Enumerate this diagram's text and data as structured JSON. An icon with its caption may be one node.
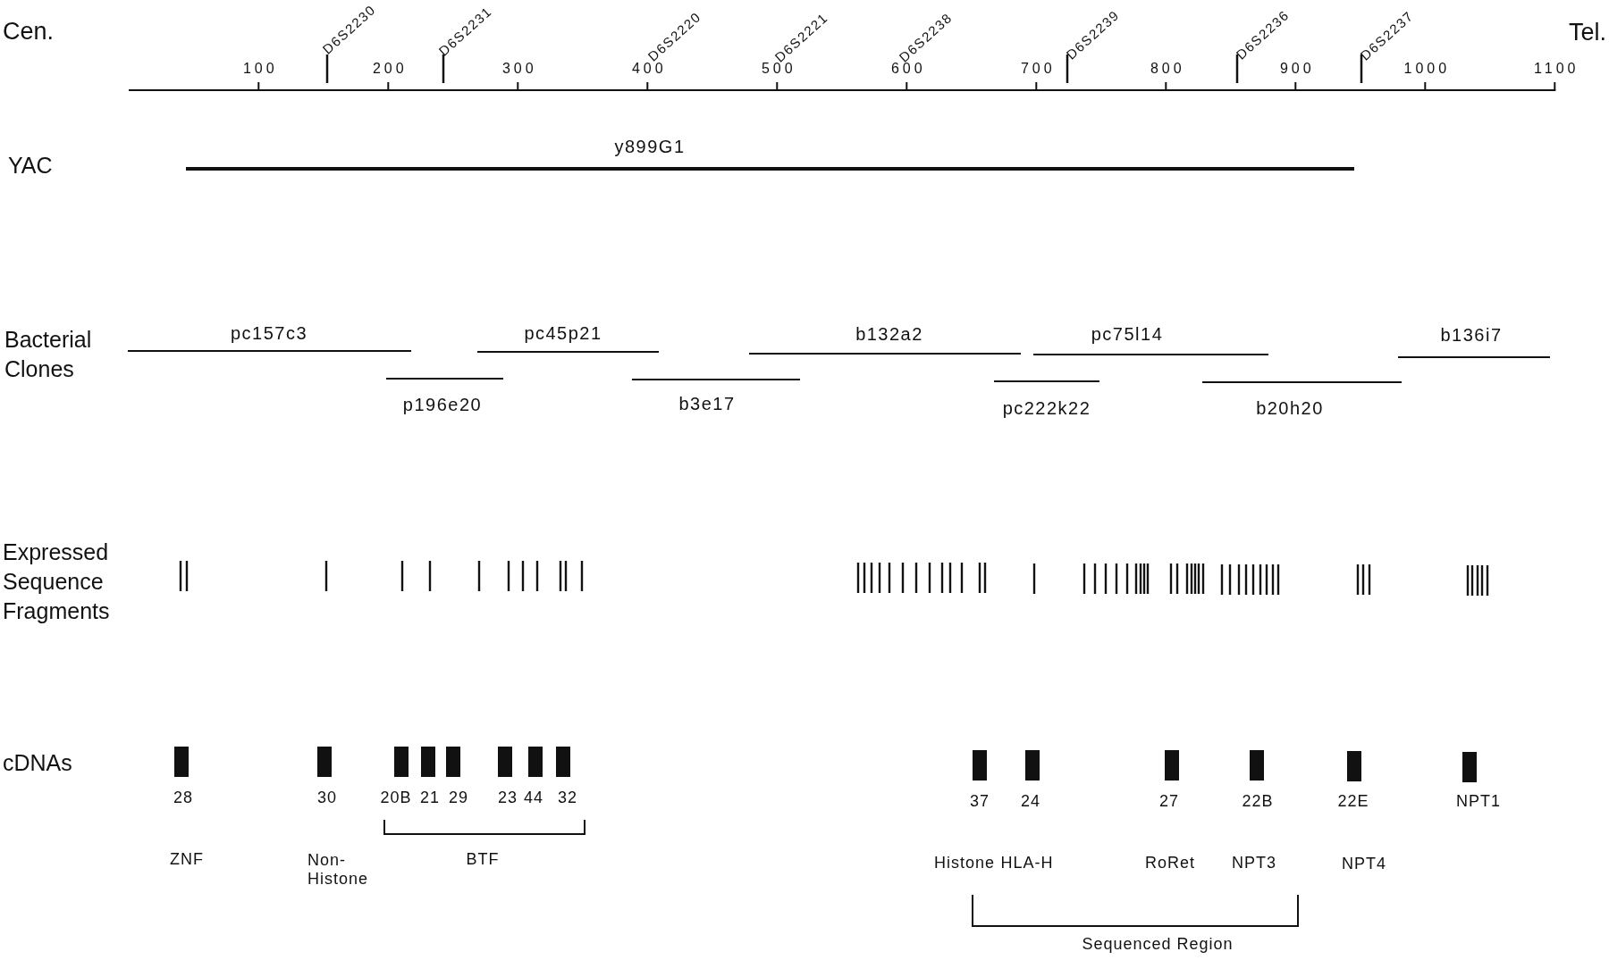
{
  "diagram": {
    "nodes": [
      {
        "text": [],
        "shape": "line",
        "beside": [
          "y899G1"
        ]
      },
      {
        "text": [],
        "shape": "line",
        "beside": [
          "pc157c3"
        ]
      },
      {
        "text": [],
        "shape": "line",
        "beside": [
          "p196e20"
        ]
      },
      {
        "text": [],
        "shape": "line",
        "beside": [
          "pc45p21"
        ]
      },
      {
        "text": [],
        "shape": "line",
        "beside": [
          "b3e17"
        ]
      },
      {
        "text": [],
        "shape": "line",
        "beside": [
          "b132a2"
        ]
      },
      {
        "text": [],
        "shape": "line",
        "beside": [
          "pc222k22"
        ]
      },
      {
        "text": [],
        "shape": "line",
        "beside": [
          "pc75l14"
        ]
      },
      {
        "text": [],
        "shape": "line",
        "beside": [
          "b20h20"
        ]
      },
      {
        "text": [],
        "shape": "line",
        "beside": [
          "b136i7"
        ]
      },
      {
        "text": [],
        "shape": "bar",
        "beside": [
          "28",
          "ZNF"
        ]
      },
      {
        "text": [],
        "shape": "bar",
        "beside": [
          "30",
          "Non-Histone"
        ]
      },
      {
        "text": [],
        "shape": "bar",
        "beside": [
          "20B"
        ]
      },
      {
        "text": [],
        "shape": "bar",
        "beside": [
          "21"
        ]
      },
      {
        "text": [],
        "shape": "bar",
        "beside": [
          "29"
        ]
      },
      {
        "text": [],
        "shape": "bar",
        "beside": [
          "23"
        ]
      },
      {
        "text": [],
        "shape": "bar",
        "beside": [
          "44"
        ]
      },
      {
        "text": [],
        "shape": "bar",
        "beside": [
          "32"
        ]
      },
      {
        "text": [],
        "shape": "bar",
        "beside": [
          "37",
          "Histone"
        ]
      },
      {
        "text": [],
        "shape": "bar",
        "beside": [
          "24",
          "HLA-H"
        ]
      },
      {
        "text": [],
        "shape": "bar",
        "beside": [
          "27",
          "RoRet"
        ]
      },
      {
        "text": [],
        "shape": "bar",
        "beside": [
          "22B",
          "NPT3"
        ]
      },
      {
        "text": [],
        "shape": "bar",
        "beside": [
          "22E",
          "NPT4"
        ]
      },
      {
        "text": [],
        "shape": "bar",
        "beside": [
          "NPT1"
        ]
      }
    ],
    "labels": [
      "Cen.",
      "D6S2230",
      "D6S2231",
      "D6S2220",
      "D6S2221",
      "D6S2238",
      "D6S2239",
      "D6S2236",
      "D6S2237",
      "Tel.",
      "100",
      "200",
      "300",
      "400",
      "500",
      "600",
      "700",
      "800",
      "900",
      "1000",
      "1100",
      "YAC",
      "Bacterial Clones",
      "Expressed Sequence Fragments",
      "cDNAs",
      "BTF",
      "Sequenced Region"
    ]
  }
}
